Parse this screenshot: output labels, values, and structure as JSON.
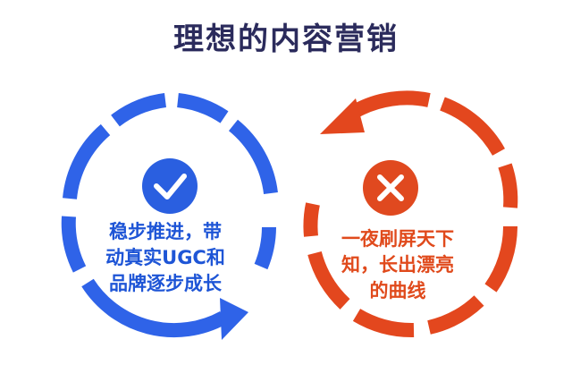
{
  "title": "理想的内容营销",
  "left_cycle": {
    "status": "check",
    "color": "#2f63e8",
    "icon_color": "#2a5fe0",
    "lines": [
      "稳步推进，带",
      "动真实UGC和",
      "品牌逐步成长"
    ]
  },
  "right_cycle": {
    "status": "cross",
    "color": "#e3471e",
    "icon_color": "#e0491f",
    "lines": [
      "一夜刷屏天下",
      "知，长出漂亮",
      "的曲线"
    ]
  }
}
